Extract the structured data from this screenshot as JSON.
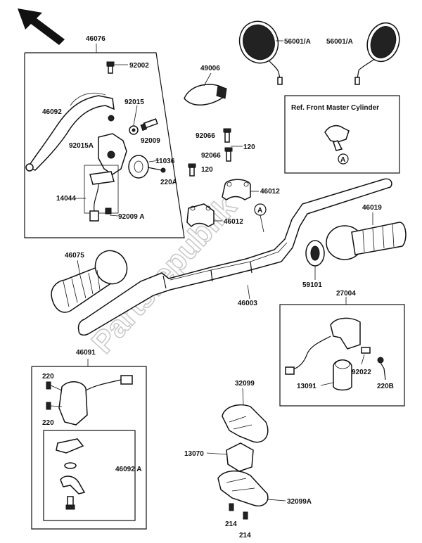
{
  "watermark": "Partsrepublik",
  "ref_box_title": "Ref. Front Master Cylinder",
  "circle_marker": "A",
  "labels": {
    "46076": "46076",
    "92002": "92002",
    "46092": "46092",
    "92015": "92015",
    "92015A": "92015A",
    "92009": "92009",
    "11036": "11036",
    "220A": "220A",
    "14044": "14044",
    "92009A": "92009 A",
    "49006": "49006",
    "56001A_left": "56001/A",
    "56001A_right": "56001/A",
    "92066_top": "92066",
    "120_top": "120",
    "92066_mid": "92066",
    "120_mid": "120",
    "46012_top": "46012",
    "46012_bot": "46012",
    "46019": "46019",
    "46075": "46075",
    "46003": "46003",
    "59101": "59101",
    "27004": "27004",
    "92022": "92022",
    "13091": "13091",
    "220B": "220B",
    "46091": "46091",
    "220_top": "220",
    "220_bot": "220",
    "46092A": "46092 A",
    "32099": "32099",
    "13070": "13070",
    "32099A": "32099A",
    "214_top": "214",
    "214_bot": "214"
  }
}
